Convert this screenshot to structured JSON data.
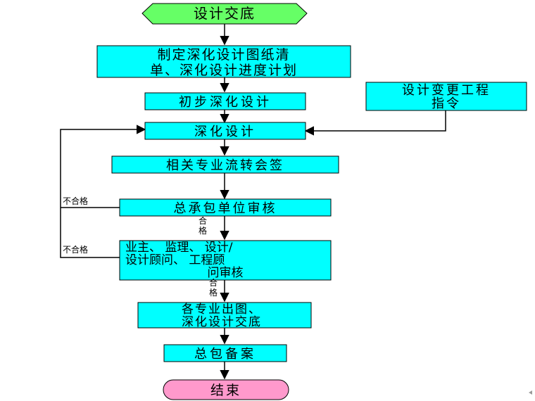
{
  "flowchart": {
    "start": "设计交底",
    "step_list_plan": [
      "制定深化设计图纸清",
      "单、深化设计进度计划"
    ],
    "step_preliminary": "初步深化设计",
    "step_change_instruction": [
      "设计变更工程",
      "指令"
    ],
    "step_detailed_design": "深化设计",
    "step_countersign": "相关专业流转会签",
    "step_gc_review": "总承包单位审核",
    "step_owner_review": [
      "业主、 监理、 设计/",
      "设计顾问、 工程顾",
      "问审核"
    ],
    "step_drawings": [
      "各专业出图、",
      "深化设计交底"
    ],
    "step_archive": "总包备案",
    "end": "结束",
    "label_fail": "不合格",
    "label_pass": [
      "合",
      "格"
    ]
  },
  "colors": {
    "box_fill": "#00ffff",
    "start_fill": "#66ff66",
    "end_fill": "#ff99cc",
    "line": "#000000"
  }
}
